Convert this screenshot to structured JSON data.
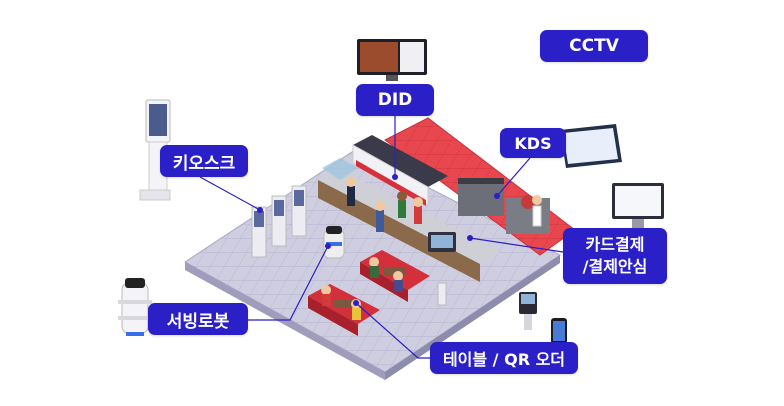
{
  "labels": {
    "did": "DID",
    "kiosk": "키오스크",
    "kds": "KDS",
    "cctv": "CCTV",
    "card_line1": "카드결제",
    "card_line2": "/결제안심",
    "robot": "서빙로봇",
    "table_order": "테이블 / QR 오더"
  },
  "colors": {
    "label_bg": "#2b1fc7",
    "floor": "#c9c8dc",
    "kitchen_floor": "#e8424e",
    "connector": "#2b1fc7"
  }
}
